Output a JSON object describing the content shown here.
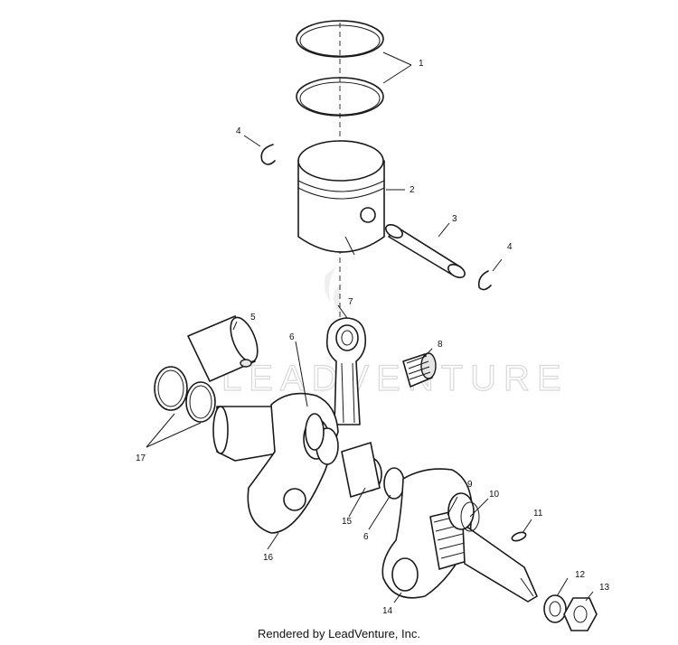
{
  "watermark": "LEADVENTURE",
  "footer": "Rendered by LeadVenture, Inc.",
  "callouts": [
    "1",
    "2",
    "3",
    "4",
    "4",
    "5",
    "6",
    "6",
    "7",
    "8",
    "9",
    "10",
    "11",
    "12",
    "13",
    "14",
    "15",
    "16",
    "17"
  ]
}
